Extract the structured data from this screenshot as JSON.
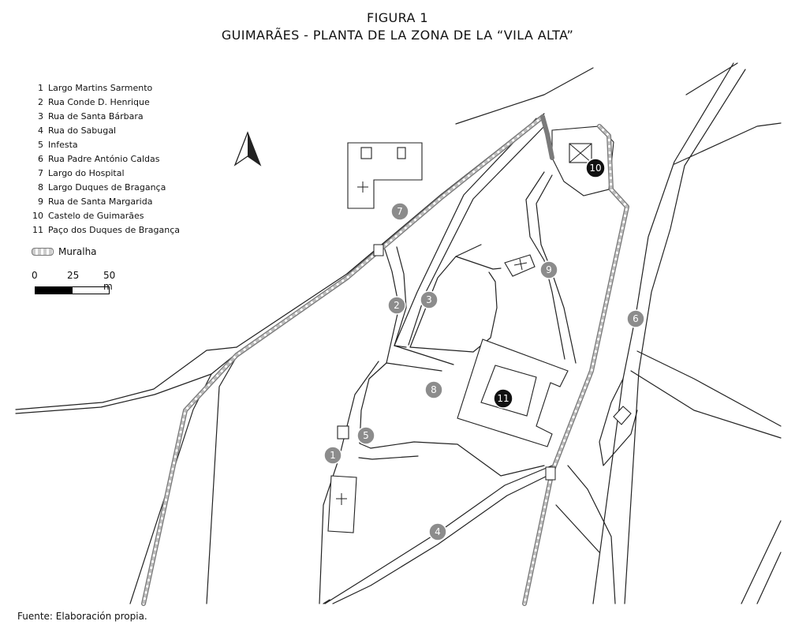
{
  "figure": {
    "label": "FIGURA 1",
    "title": "GUIMARÃES - PLANTA DE LA ZONA DE LA “VILA ALTA”"
  },
  "legend": [
    {
      "num": "1",
      "name": "Largo Martins Sarmento"
    },
    {
      "num": "2",
      "name": "Rua Conde D. Henrique"
    },
    {
      "num": "3",
      "name": "Rua de Santa Bárbara"
    },
    {
      "num": "4",
      "name": "Rua do Sabugal"
    },
    {
      "num": "5",
      "name": "Infesta"
    },
    {
      "num": "6",
      "name": "Rua Padre António Caldas"
    },
    {
      "num": "7",
      "name": "Largo do Hospital"
    },
    {
      "num": "8",
      "name": "Largo Duques de Bragança"
    },
    {
      "num": "9",
      "name": "Rua de Santa Margarida"
    },
    {
      "num": "10",
      "name": "Castelo de Guimarães"
    },
    {
      "num": "11",
      "name": "Paço dos Duques de Bragança"
    }
  ],
  "wall_legend": "Muralha",
  "scale": {
    "t0": "0",
    "t1": "25",
    "t2": "50 m"
  },
  "markers": [
    "1",
    "2",
    "3",
    "4",
    "5",
    "6",
    "7",
    "8",
    "9",
    "10",
    "11"
  ],
  "colors": {
    "marker_grey": "#8c8c8c",
    "marker_dark": "#111111",
    "wall": "#8a8a8a",
    "line": "#222222"
  },
  "icons": {
    "north": "north-arrow-icon",
    "church": "cross-icon"
  },
  "source": "Fuente: Elaboración propia."
}
